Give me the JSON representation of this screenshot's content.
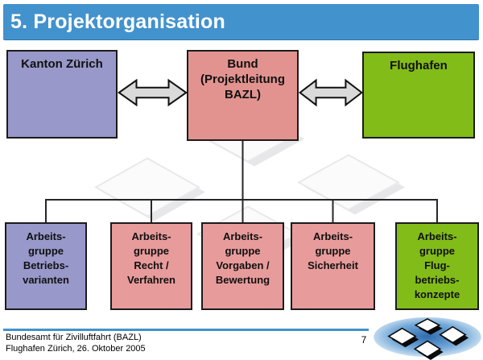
{
  "title_bar": {
    "text": "5. Projektorganisation",
    "bg": "#4292CD",
    "text_color": "#FFFFFF"
  },
  "org_chart": {
    "top_row": [
      {
        "name": "kanton-zuerich",
        "text": "Kanton Zürich",
        "color": "#9898CA"
      },
      {
        "name": "bund-projektleitung-bazl",
        "text": "Bund\n(Projektleitung\nBAZL)",
        "color": "#E2938F"
      },
      {
        "name": "flughafen",
        "text": "Flughafen",
        "color": "#82BC18"
      }
    ],
    "bottom_row": [
      {
        "name": "arbeitsgruppe-betriebsvarianten",
        "text": "Arbeits-\ngruppe\nBetriebs-\nvarianten",
        "color": "#9898CA"
      },
      {
        "name": "arbeitsgruppe-recht-verfahren",
        "text": "Arbeits-\ngruppe\nRecht /\nVerfahren",
        "color": "#E89B9B"
      },
      {
        "name": "arbeitsgruppe-vorgaben-bewertung",
        "text": "Arbeits-\ngruppe\nVorgaben /\nBewertung",
        "color": "#E89B9B"
      },
      {
        "name": "arbeitsgruppe-sicherheit",
        "text": "Arbeits-\ngruppe\nSicherheit",
        "color": "#E89B9B"
      },
      {
        "name": "arbeitsgruppe-flugbetriebskonzepte",
        "text": "Arbeits-\ngruppe\nFlug-\nbetriebs-\nkonzepte",
        "color": "#82BC18"
      }
    ],
    "arrow_fill": "#DADADA",
    "line_color": "#262626"
  },
  "footer": {
    "org_line1": "Bundesamt für Zivilluftfahrt (BAZL)",
    "org_line2": "Flughafen Zürich, 26. Oktober 2005",
    "page_number": "7",
    "rule_color": "#4292CD"
  },
  "icons": {
    "logo": "bazl-diamonds-logo",
    "watermark": "bazl-diamonds-watermark",
    "arrows": "double-headed-arrow"
  }
}
